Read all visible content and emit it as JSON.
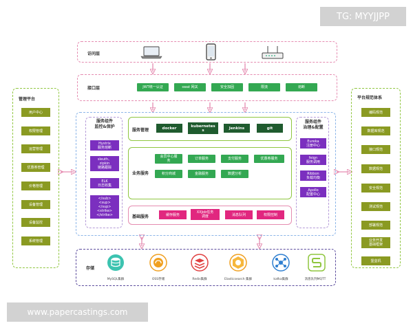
{
  "watermark_top": "TG: MYYJJPP",
  "watermark_bottom": "www.papercastings.com",
  "access_layer": {
    "title": "访问层"
  },
  "interface_layer": {
    "title": "接口层",
    "items": [
      "JWT统一认证",
      "swat 网关",
      "安全加固",
      "限流",
      "熔断"
    ]
  },
  "left_platform": {
    "title": "管理平台",
    "items": [
      "用户中心",
      "权限管理",
      "运营管理",
      "优惠券管理",
      "价格管理",
      "设备管理",
      "设备监控",
      "系统管理"
    ]
  },
  "right_platform": {
    "title": "平台规范体系",
    "items": [
      "编码规范",
      "数据库规范",
      "接口规范",
      "数据规范",
      "安全规范",
      "测试规范",
      "部署规范",
      "业务开发\n基础框架",
      "堡垒机"
    ]
  },
  "monitor": {
    "title": "服务组件\n监控&保护",
    "items": [
      "Hystrix\n服务熔断",
      "sleuth、\nzipkin\n链路跟踪",
      "ELK\n日志收集",
      "</sub>\n<sup>\n</sup>\n<strike>\n</strike>"
    ]
  },
  "governance": {
    "title": "服务组件\n治理&配置",
    "items": [
      "Eureka\n注册中心",
      "feign\n服务调用",
      "Ribbon\n负载均衡",
      "Apollo\n配置中心"
    ]
  },
  "service_mgmt": {
    "title": "服务管理",
    "items": [
      "docker",
      "kubernetes\ns",
      "Jenkins",
      "git"
    ]
  },
  "business": {
    "title": "业务服务",
    "items": [
      "会员中心服\n务",
      "订单服务",
      "支付服务",
      "优惠券服务",
      "积分商城",
      "金融服务",
      "数据分析"
    ]
  },
  "basic": {
    "title": "基础服务",
    "items": [
      "缓存服务",
      "XXJob任务\n调度",
      "消息队列",
      "权限控制"
    ]
  },
  "storage": {
    "title": "存储",
    "items": [
      "MySQL集群",
      "OSS存储",
      "Redis集群",
      "Elasticsearch 集群",
      "kafka集群",
      "消息队列MQTT"
    ]
  },
  "colors": {
    "green": "#33a852",
    "olive": "#8a9a22",
    "dark_green": "#1f5b2e",
    "pink": "#e1277f",
    "purple": "#7b2fbf",
    "pink_border": "#e58bb0",
    "green_border": "#8fc63f",
    "blue_border": "#8ab4e8",
    "arrow": "#e58bb0"
  },
  "icons": [
    "laptop-icon",
    "phone-icon",
    "router-icon",
    "mysql-icon",
    "oss-icon",
    "redis-icon",
    "elasticsearch-icon",
    "kafka-icon",
    "mqtt-icon"
  ]
}
